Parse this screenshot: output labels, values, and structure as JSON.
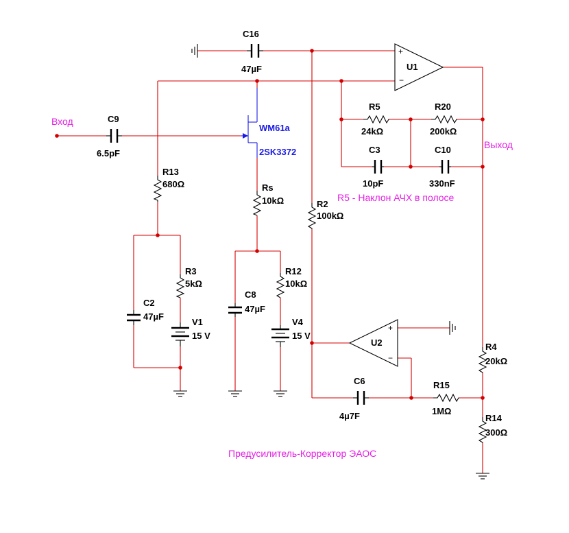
{
  "diagram": {
    "title": "Предусилитель-Корректор ЭАОС",
    "input_label": "Вход",
    "output_label": "Выход",
    "note": "R5 - Наклон АЧХ в полосе",
    "colors": {
      "wire": "#d40000",
      "mic_wire": "#1a1ae6",
      "text_note": "#e61ee6"
    },
    "components": {
      "c16": {
        "ref": "C16",
        "value": "47µF"
      },
      "c9": {
        "ref": "C9",
        "value": "6.5pF"
      },
      "mic": {
        "ref": "WM61a",
        "part": "2SK3372"
      },
      "r13": {
        "ref": "R13",
        "value": "680Ω"
      },
      "rs": {
        "ref": "Rs",
        "value": "10kΩ"
      },
      "r2": {
        "ref": "R2",
        "value": "100kΩ"
      },
      "r5": {
        "ref": "R5",
        "value": "24kΩ"
      },
      "r20": {
        "ref": "R20",
        "value": "200kΩ"
      },
      "c3": {
        "ref": "C3",
        "value": "10pF"
      },
      "c10": {
        "ref": "C10",
        "value": "330nF"
      },
      "u1": {
        "ref": "U1"
      },
      "r3": {
        "ref": "R3",
        "value": "5kΩ"
      },
      "c2": {
        "ref": "C2",
        "value": "47µF"
      },
      "v1": {
        "ref": "V1",
        "value": "15 V"
      },
      "c8": {
        "ref": "C8",
        "value": "47µF"
      },
      "r12": {
        "ref": "R12",
        "value": "10kΩ"
      },
      "v4": {
        "ref": "V4",
        "value": "15 V"
      },
      "u2": {
        "ref": "U2"
      },
      "c6": {
        "ref": "C6",
        "value": "4µ7F"
      },
      "r15": {
        "ref": "R15",
        "value": "1MΩ"
      },
      "r4": {
        "ref": "R4",
        "value": "20kΩ"
      },
      "r14": {
        "ref": "R14",
        "value": "300Ω"
      }
    }
  }
}
